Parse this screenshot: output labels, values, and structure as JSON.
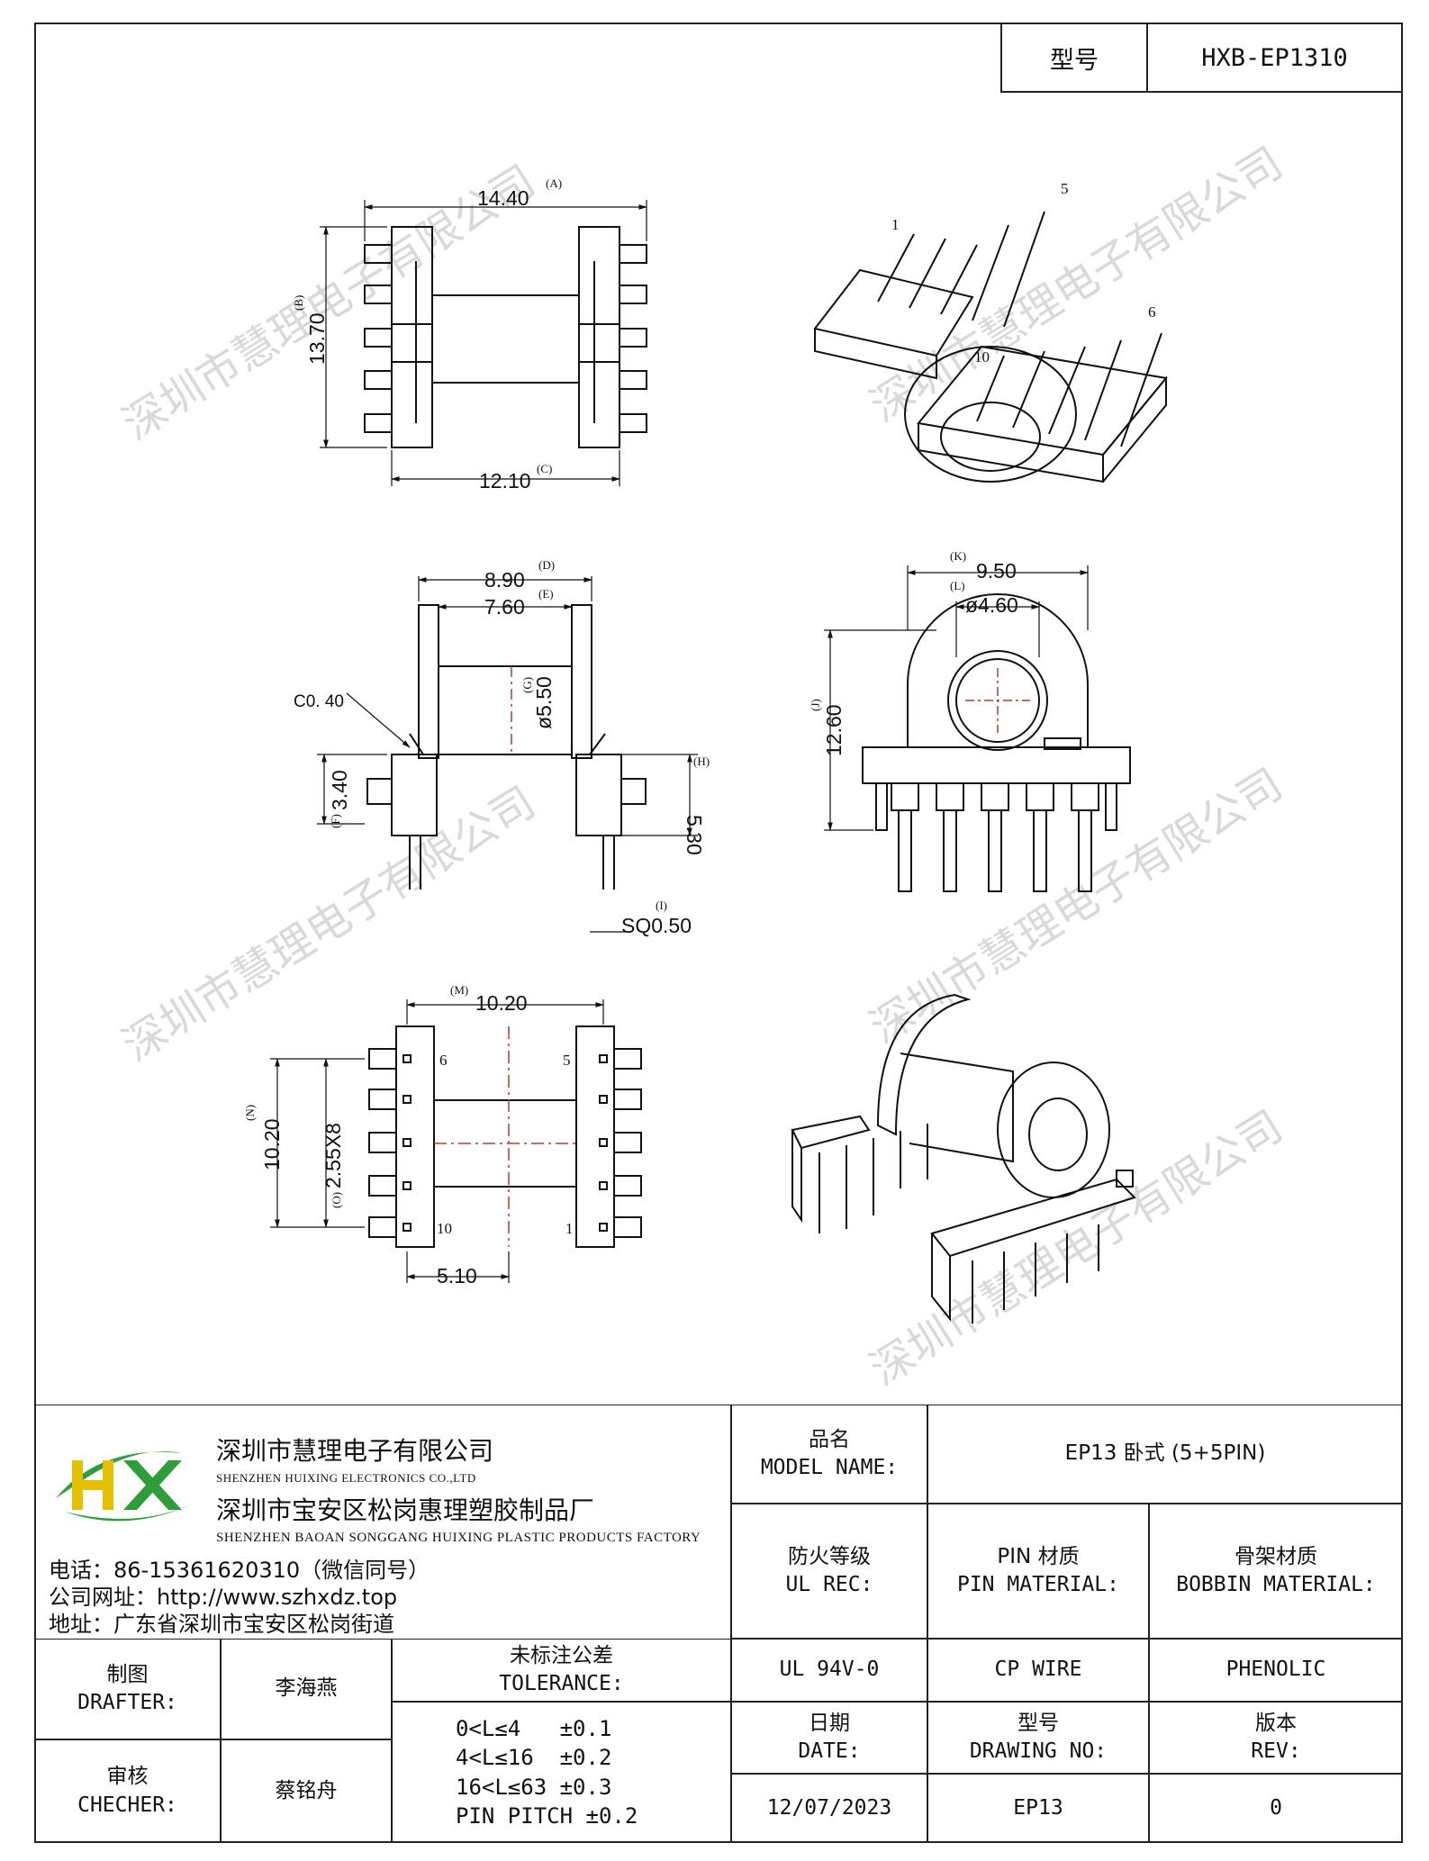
{
  "header": {
    "model_key": "型号",
    "model_value": "HXB-EP1310"
  },
  "dimensions": {
    "A": {
      "value": "14.40",
      "tag": "(A)"
    },
    "B": {
      "value": "13.70",
      "tag": "(B)"
    },
    "C": {
      "value": "12.10",
      "tag": "(C)"
    },
    "D": {
      "value": "8.90",
      "tag": "(D)"
    },
    "E": {
      "value": "7.60",
      "tag": "(E)"
    },
    "G": {
      "value": "ø5.50",
      "tag": "(G)"
    },
    "chamfer": "C0. 40",
    "F": {
      "value": "3.40",
      "tag": "(F)"
    },
    "H": {
      "value": "5.30",
      "tag": "(H)"
    },
    "I": {
      "value": "SQ0.50",
      "tag": "(I)"
    },
    "K": {
      "value": "9.50",
      "tag": "(K)"
    },
    "L": {
      "value": "ø4.60",
      "tag": "(L)"
    },
    "J": {
      "value": "12.60",
      "tag": "(J)"
    },
    "M": {
      "value": "10.20",
      "tag": "(M)"
    },
    "N": {
      "value": "10.20",
      "tag": "(N)"
    },
    "O": {
      "value": "2.55X8",
      "tag": "(O)"
    },
    "P": {
      "value": "5.10"
    }
  },
  "pin_numbers": {
    "p1": "1",
    "p5": "5",
    "p6": "6",
    "p10": "10"
  },
  "watermark": "深圳市慧理电子有限公司",
  "company": {
    "logo_text": "HX",
    "name_cn": "深圳市慧理电子有限公司",
    "name_en": "SHENZHEN HUIXING ELECTRONICS CO.,LTD",
    "factory_cn": "深圳市宝安区松岗惠理塑胶制品厂",
    "factory_en": "SHENZHEN BAOAN SONGGANG HUIXING PLASTIC PRODUCTS FACTORY",
    "phone": "电话：86-15361620310（微信同号）",
    "website": "公司网址：http://www.szhxdz.top",
    "address": "地址：广东省深圳市宝安区松岗街道"
  },
  "title_block": {
    "model_name_cn": "品名",
    "model_name_en": "MODEL NAME:",
    "model_name_value": "EP13 卧式 (5+5PIN)",
    "fire_cn": "防火等级",
    "fire_en": "UL REC:",
    "fire_value": "UL 94V-0",
    "pin_mat_cn": "PIN 材质",
    "pin_mat_en": "PIN MATERIAL:",
    "pin_mat_value": "CP WIRE",
    "bobbin_mat_cn": "骨架材质",
    "bobbin_mat_en": "BOBBIN MATERIAL:",
    "bobbin_mat_value": "PHENOLIC",
    "drafter_cn": "制图",
    "drafter_en": "DRAFTER:",
    "drafter_value": "李海燕",
    "checker_cn": "审核",
    "checker_en": "CHECHER:",
    "checker_value": "蔡铭舟",
    "tolerance_cn": "未标注公差",
    "tolerance_en": "TOLERANCE:",
    "tol_1": "0<L≤4   ±0.1",
    "tol_2": "4<L≤16  ±0.2",
    "tol_3": "16<L≤63 ±0.3",
    "tol_4": "PIN PITCH ±0.2",
    "date_cn": "日期",
    "date_en": "DATE:",
    "date_value": "12/07/2023",
    "drawing_no_cn": "型号",
    "drawing_no_en": "DRAWING NO:",
    "drawing_no_value": "EP13",
    "rev_cn": "版本",
    "rev_en": "REV:",
    "rev_value": "0"
  }
}
